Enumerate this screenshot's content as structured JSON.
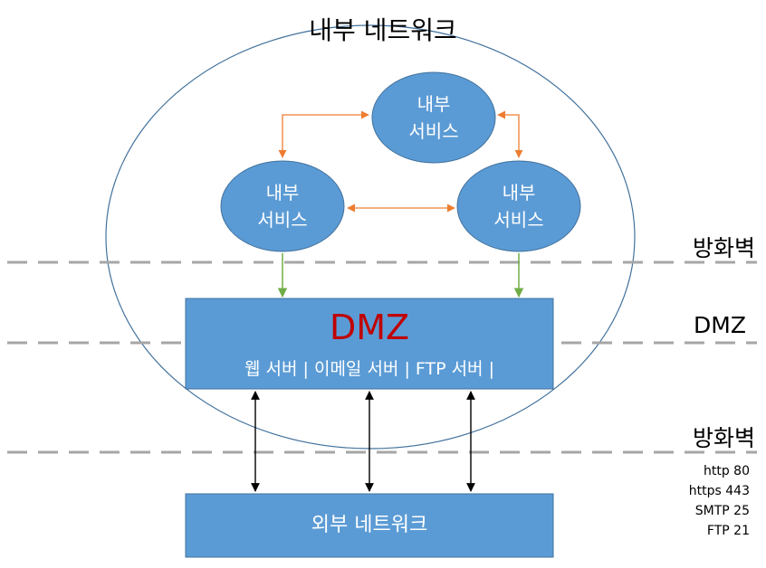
{
  "title": "내부 네트워크",
  "internal_services": [
    {
      "line1": "내부",
      "line2": "서비스"
    },
    {
      "line1": "내부",
      "line2": "서비스"
    },
    {
      "line1": "내부",
      "line2": "서비스"
    }
  ],
  "dmz": {
    "title": "DMZ",
    "servers_line": "웹 서버 | 이메일 서버 | FTP 서버 |"
  },
  "external_network": "외부 네트워크",
  "zones": {
    "firewall_top": "방화벽",
    "dmz_label": "DMZ",
    "firewall_bottom": "방화벽"
  },
  "ports": [
    "http 80",
    "https 443",
    "SMTP 25",
    "FTP 21"
  ],
  "colors": {
    "box_fill": "#5b9bd5",
    "outline": "#41719c",
    "dmz_title": "#c00000",
    "orange_arrow": "#ed7d31",
    "green_arrow": "#70ad47",
    "dashed_line": "#a6a6a6"
  }
}
